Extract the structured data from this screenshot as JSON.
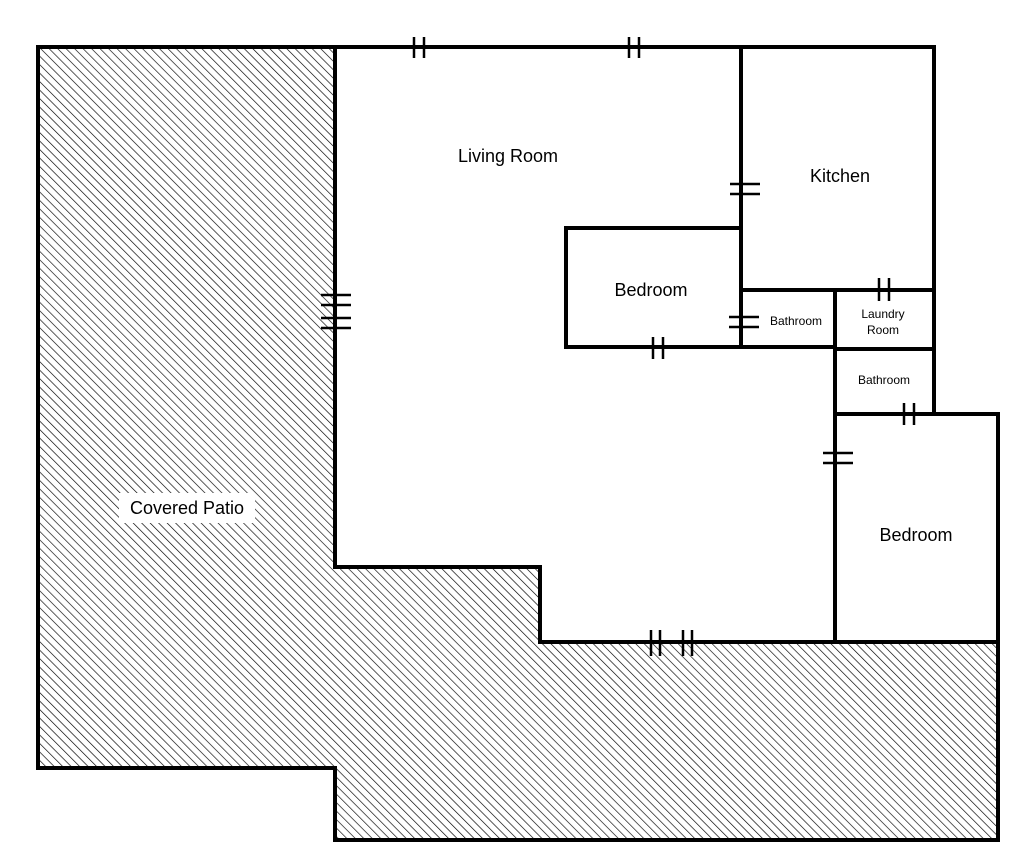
{
  "colors": {
    "wall": "#000000",
    "background": "#ffffff",
    "hatch": "#000000"
  },
  "rooms": {
    "living_room": "Living Room",
    "kitchen": "Kitchen",
    "bedroom_center": "Bedroom",
    "bathroom_left": "Bathroom",
    "laundry_line1": "Laundry",
    "laundry_line2": "Room",
    "bathroom_right": "Bathroom",
    "bedroom_right": "Bedroom",
    "covered_patio": "Covered Patio"
  }
}
